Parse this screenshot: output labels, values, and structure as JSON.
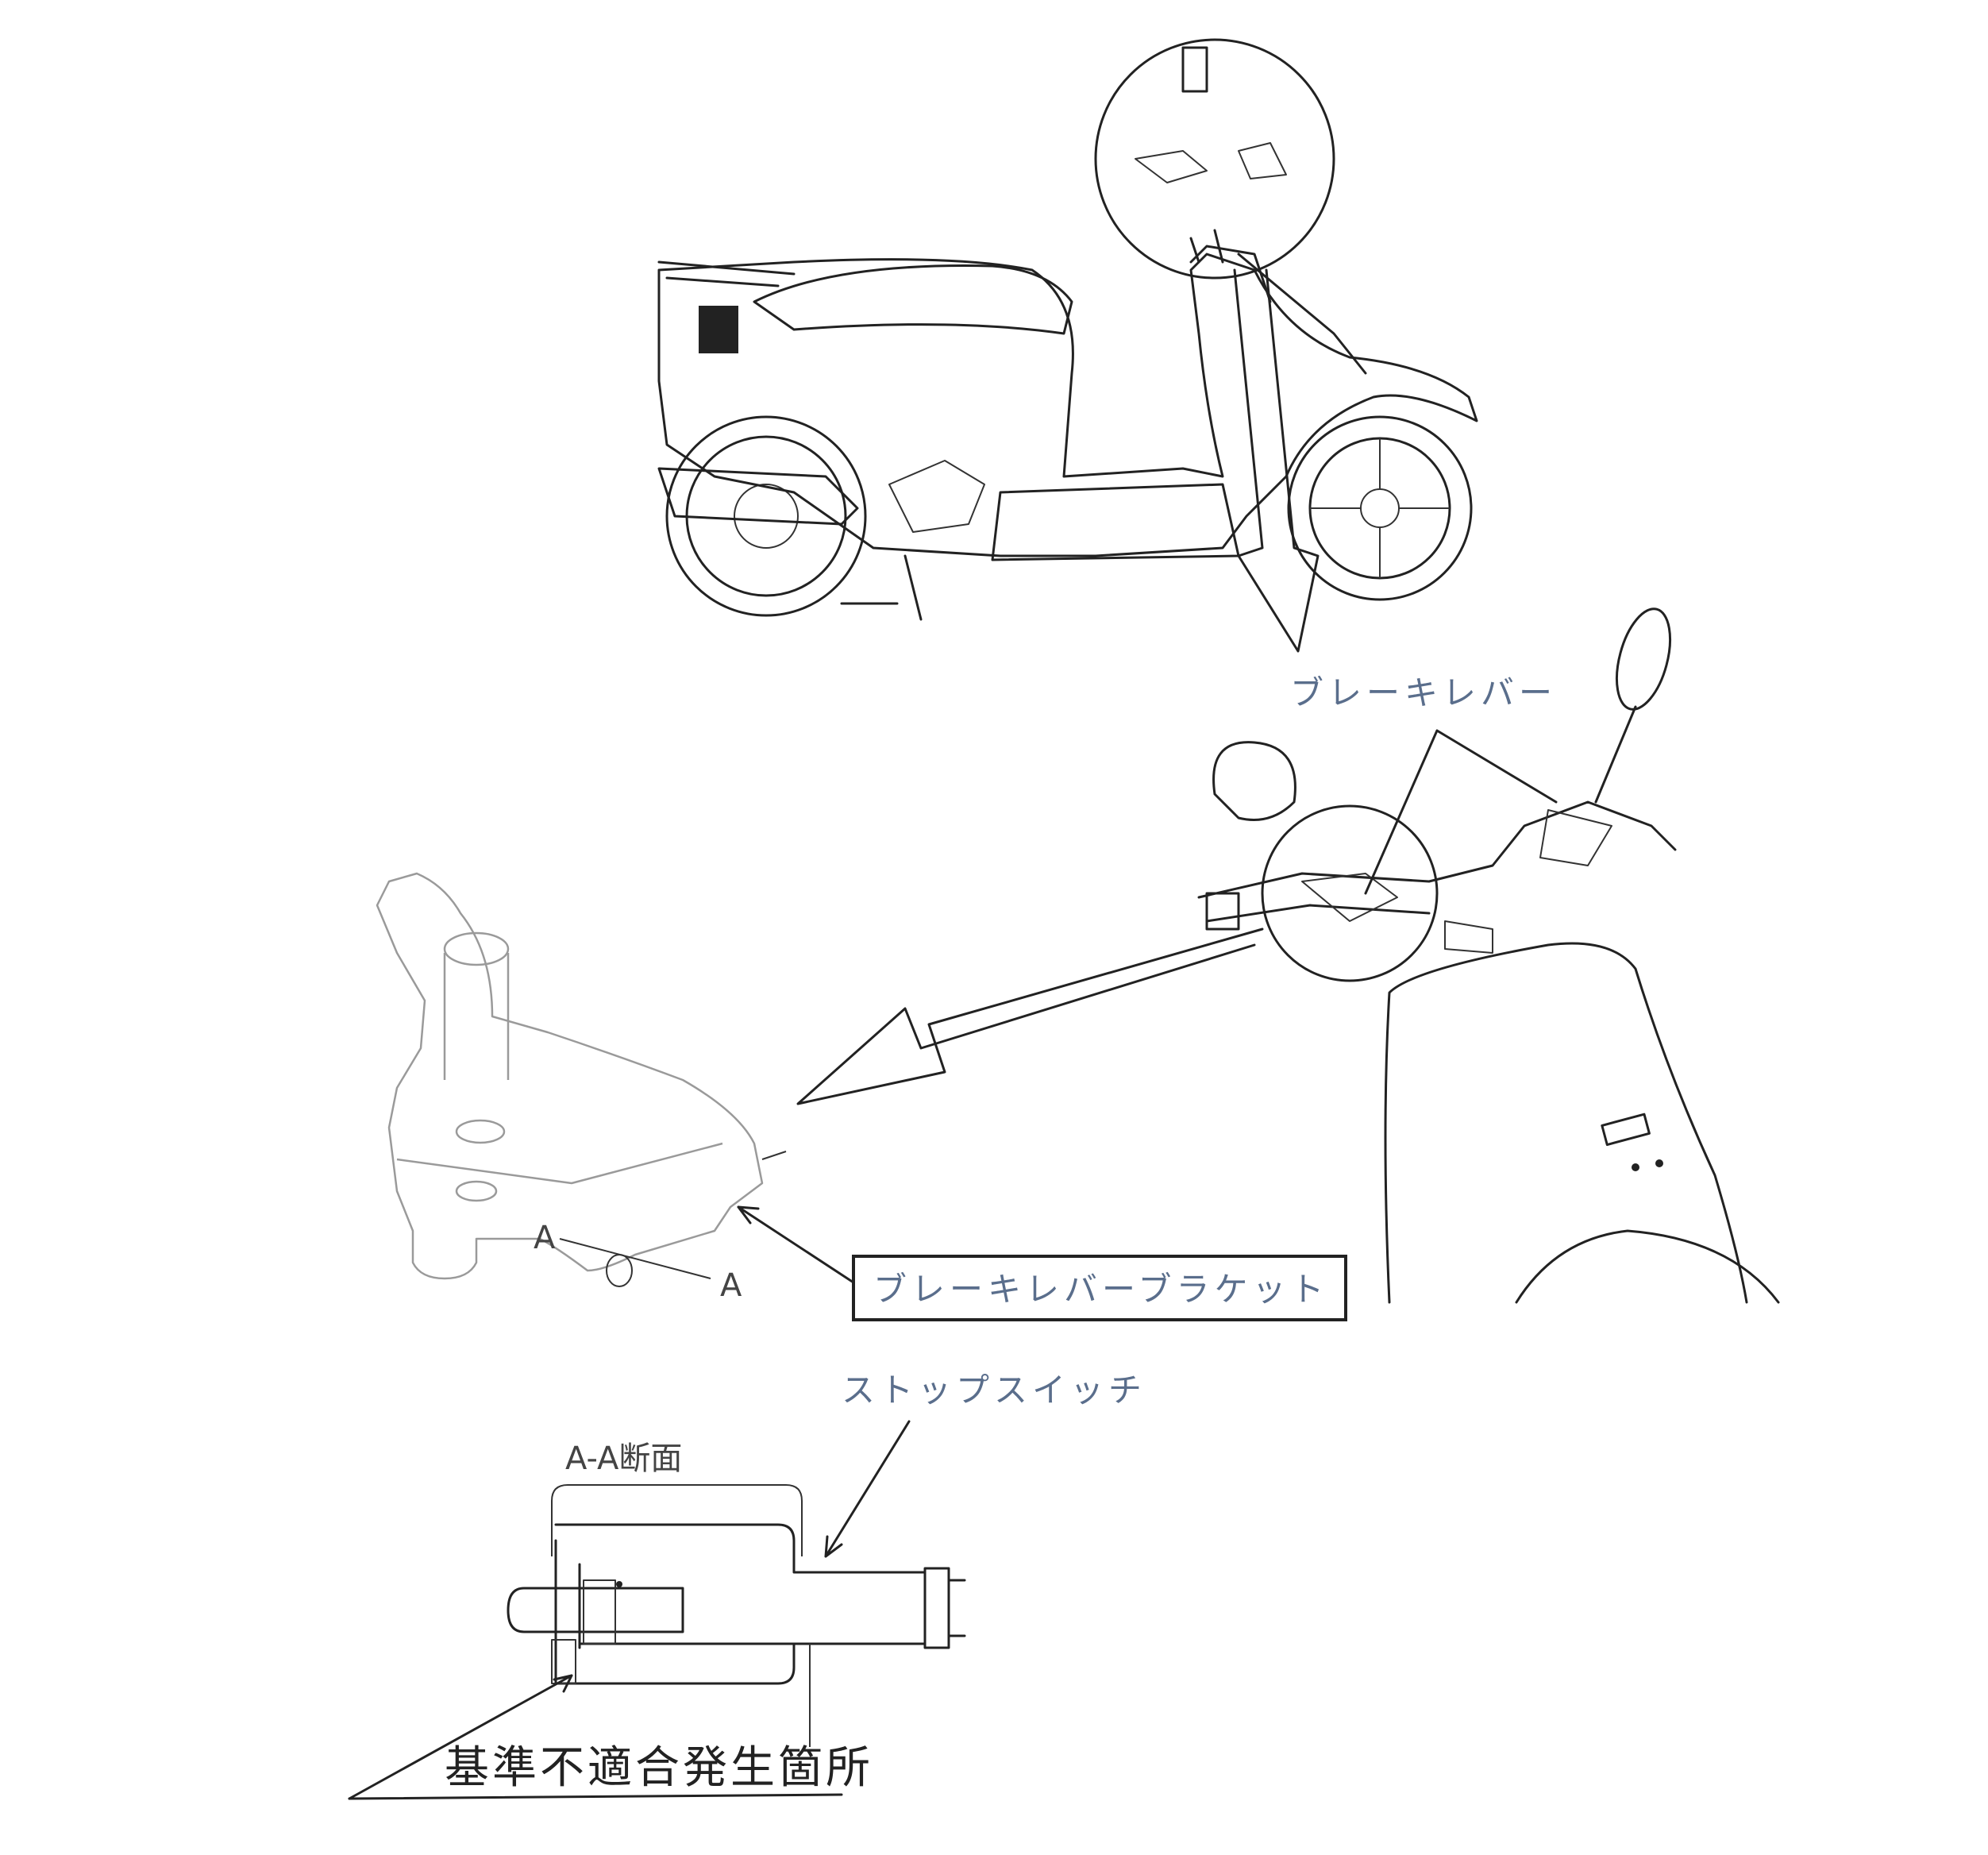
{
  "labels": {
    "brake_lever": "ブレーキレバー",
    "brake_lever_bracket": "ブレーキレバーブラケット",
    "section_marker_a": "A",
    "section_marker_a2": "A",
    "section_title": "A-A断面",
    "stop_switch": "ストップスイッチ",
    "nonconformity_location": "基準不適合発生箇所"
  },
  "colors": {
    "label_text": "#5a6e8c",
    "line": "#222222",
    "faint_line": "#9a9a9a"
  }
}
